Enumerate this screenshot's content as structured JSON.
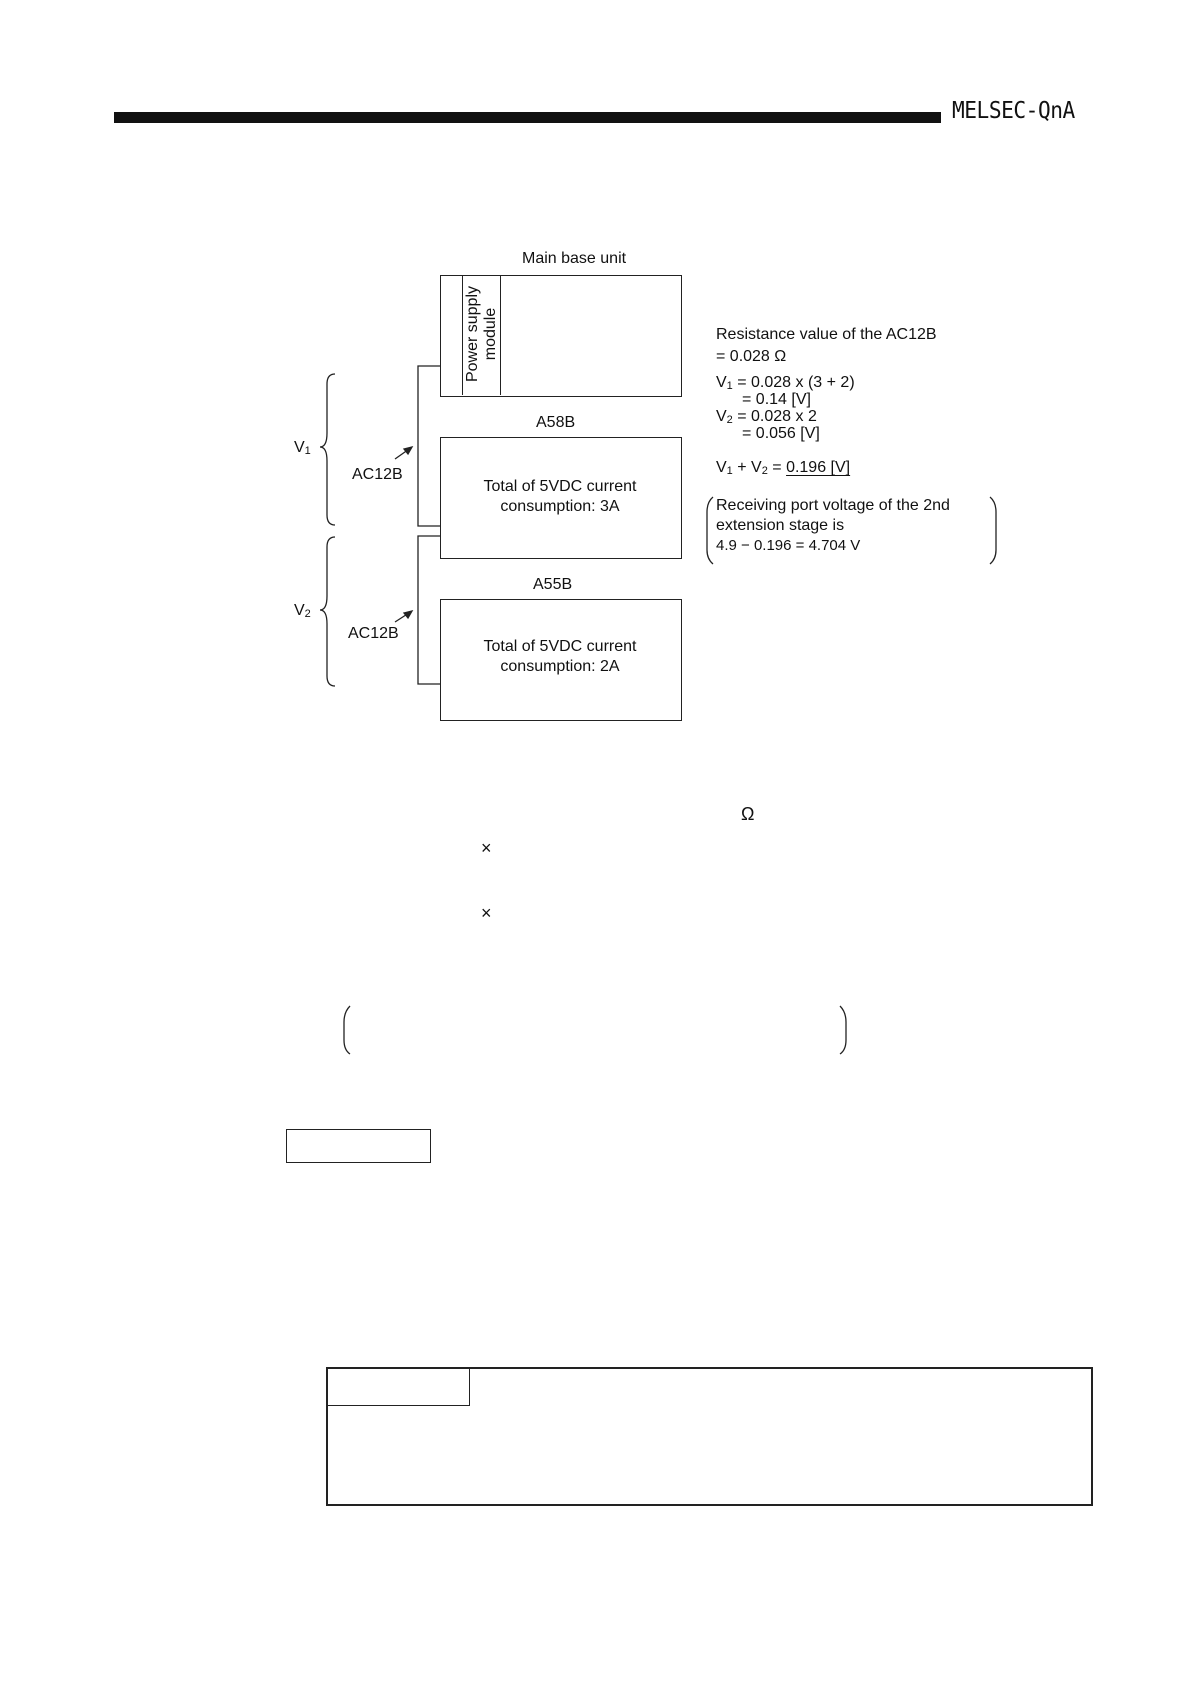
{
  "header": {
    "title": "MELSEC-QnA"
  },
  "diagram": {
    "main_base": {
      "label": "Main base unit",
      "psu_line1": "Power supply",
      "psu_line2": "module"
    },
    "a58b": {
      "label": "A58B",
      "text_line1": "Total of 5VDC current",
      "text_line2": "consumption: 3A"
    },
    "a55b": {
      "label": "A55B",
      "text_line1": "Total of 5VDC current",
      "text_line2": "consumption: 2A"
    },
    "cable1": "AC12B",
    "cable2": "AC12B",
    "v1_label": "V",
    "v1_sub": "1",
    "v2_label": "V",
    "v2_sub": "2"
  },
  "calc": {
    "line1": "Resistance value of the AC12B",
    "line2": "= 0.028 Ω",
    "v1_prefix": "V",
    "v1_sub": "1",
    "v1_eq": " = 0.028 x (3 + 2)",
    "v1_result": "= 0.14 [V]",
    "v2_prefix": "V",
    "v2_sub": "2",
    "v2_eq": " = 0.028 x 2",
    "v2_result": "= 0.056 [V]",
    "sum_a": "V",
    "sum_a_sub": "1",
    "sum_mid": " + V",
    "sum_b_sub": "2",
    "sum_eq": " = ",
    "sum_value": "0.196 [V]",
    "note_line1": "Receiving port voltage of the 2nd",
    "note_line2": "extension stage is",
    "note_line3": "4.9 − 0.196 = 4.704 V"
  },
  "glyphs": {
    "omega": "Ω",
    "times1": "×",
    "times2": "×"
  }
}
